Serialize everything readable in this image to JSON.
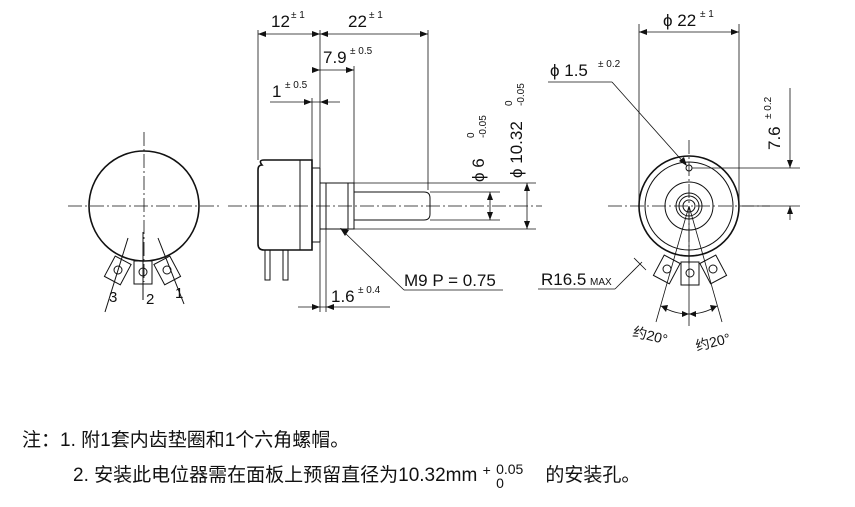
{
  "dimensions": {
    "d12": "12",
    "d12_tol": "± 1",
    "d22": "22",
    "d22_tol": "± 1",
    "d7_9": "7.9",
    "d7_9_tol": "± 0.5",
    "d1": "1",
    "d1_tol": "± 0.5",
    "phi6": "ϕ 6",
    "phi6_tol_upper": "0",
    "phi6_tol_lower": "-0.05",
    "phi10_32": "ϕ 10.32",
    "phi10_32_tol_upper": "0",
    "phi10_32_tol_lower": "-0.05",
    "thread": "M9 P = 0.75",
    "d1_6": "1.6",
    "d1_6_tol": "± 0.4",
    "phi22": "ϕ 22",
    "phi22_tol": "± 1",
    "phi1_5": "ϕ 1.5",
    "phi1_5_tol": "± 0.2",
    "d7_6": "7.6",
    "d7_6_tol": "± 0.2",
    "radius": "R16.5",
    "radius_suffix": "MAX",
    "angle_left": "约20°",
    "angle_right": "约20°"
  },
  "terminals": [
    "3",
    "2",
    "1"
  ],
  "notes": {
    "prefix": "注：",
    "line1": "1.  附1套内齿垫圈和1个六角螺帽。",
    "line2_before": "2.  安装此电位器需在面板上预留直径为10.32mm",
    "line2_tol_plus": "+",
    "line2_tol_upper": "0.05",
    "line2_tol_lower": "0",
    "line2_after": "的安装孔。"
  }
}
